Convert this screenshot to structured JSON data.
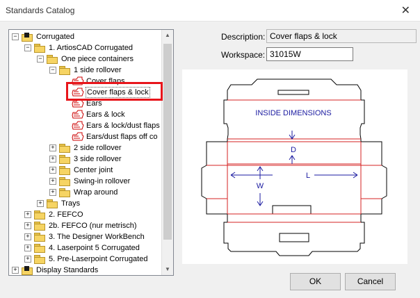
{
  "window": {
    "title": "Standards Catalog",
    "close_glyph": "✕"
  },
  "tree": [
    {
      "label": "Corrugated",
      "level": 0,
      "expanded": true,
      "icon": "display-standards-icon"
    },
    {
      "label": "1. ArtiosCAD Corrugated",
      "level": 1,
      "expanded": true,
      "icon": "folder-icon"
    },
    {
      "label": "One piece containers",
      "level": 2,
      "expanded": true,
      "icon": "folder-icon"
    },
    {
      "label": "1 side rollover",
      "level": 3,
      "expanded": true,
      "icon": "folder-icon"
    },
    {
      "label": "Cover flaps",
      "level": 4,
      "icon": "design-icon"
    },
    {
      "label": "Cover flaps & lock",
      "level": 4,
      "icon": "design-icon",
      "selected": true
    },
    {
      "label": "Ears",
      "level": 4,
      "icon": "design-icon"
    },
    {
      "label": "Ears & lock",
      "level": 4,
      "icon": "design-icon"
    },
    {
      "label": "Ears & lock/dust flaps",
      "level": 4,
      "icon": "design-icon"
    },
    {
      "label": "Ears/dust flaps off co",
      "level": 4,
      "icon": "design-icon"
    },
    {
      "label": "2 side rollover",
      "level": 3,
      "expanded": false,
      "icon": "folder-icon"
    },
    {
      "label": "3 side rollover",
      "level": 3,
      "expanded": false,
      "icon": "folder-icon"
    },
    {
      "label": "Center joint",
      "level": 3,
      "expanded": false,
      "icon": "folder-icon"
    },
    {
      "label": "Swing-in rollover",
      "level": 3,
      "expanded": false,
      "icon": "folder-icon"
    },
    {
      "label": "Wrap around",
      "level": 3,
      "expanded": false,
      "icon": "folder-icon"
    },
    {
      "label": "Trays",
      "level": 2,
      "expanded": false,
      "icon": "folder-icon"
    },
    {
      "label": "2.   FEFCO",
      "level": 1,
      "expanded": false,
      "icon": "folder-icon"
    },
    {
      "label": "2b. FEFCO (nur metrisch)",
      "level": 1,
      "expanded": false,
      "icon": "folder-icon"
    },
    {
      "label": "3. The Designer WorkBench",
      "level": 1,
      "expanded": false,
      "icon": "folder-icon"
    },
    {
      "label": "4. Laserpoint 5 Corrugated",
      "level": 1,
      "expanded": false,
      "icon": "folder-icon"
    },
    {
      "label": "5. Pre-Laserpoint Corrugated",
      "level": 1,
      "expanded": false,
      "icon": "folder-icon"
    },
    {
      "label": "Display Standards",
      "level": 0,
      "expanded": false,
      "icon": "display-standards-icon"
    }
  ],
  "fields": {
    "description_label": "Description:",
    "description_value": "Cover flaps & lock",
    "workspace_label": "Workspace:",
    "workspace_value": "31015W"
  },
  "preview": {
    "heading": "INSIDE DIMENSIONS",
    "dim_d": "D",
    "dim_l": "L",
    "dim_w": "W",
    "colors": {
      "cut": "#000000",
      "crease": "#d42020",
      "dimension": "#1a1aa0"
    }
  },
  "buttons": {
    "ok": "OK",
    "cancel": "Cancel"
  },
  "colors": {
    "highlight": "#e8151b"
  }
}
